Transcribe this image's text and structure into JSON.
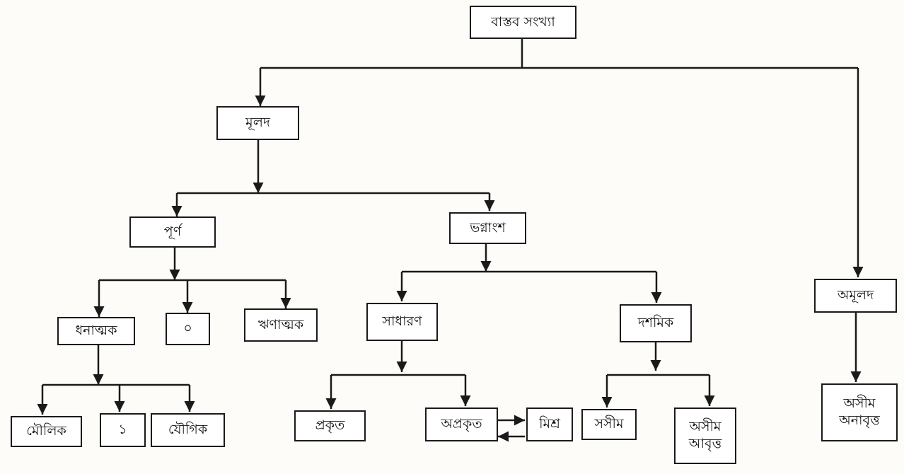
{
  "nodes": {
    "real": "বাস্তব সংখ্যা",
    "rational": "মূলদ",
    "irrational": "অমূলদ",
    "integer": "পূর্ণ",
    "fraction": "ভগ্নাংশ",
    "positive": "ধনাত্মক",
    "zero": "০",
    "negative": "ঋণাত্মক",
    "prime": "মৌলিক",
    "one": "১",
    "composite": "যৌগিক",
    "common": "সাধারণ",
    "decimal": "দশমিক",
    "proper": "প্রকৃত",
    "improper": "অপ্রকৃত",
    "mixed": "মিশ্র",
    "terminating": "সসীম",
    "recurring": "অসীম\nআবৃত্ত",
    "nonrecurring": "অসীম\nঅনাবৃত্ত"
  }
}
